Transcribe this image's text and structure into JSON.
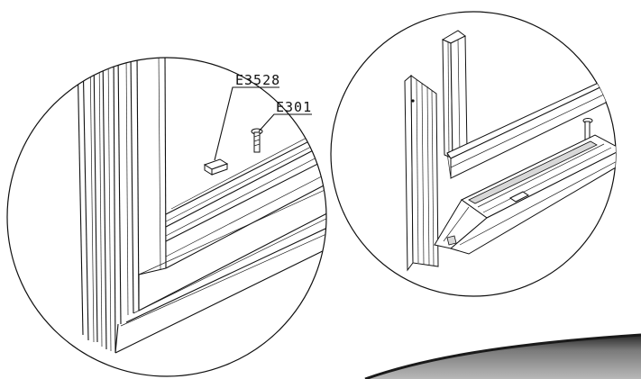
{
  "callouts": [
    {
      "id": "spacer",
      "text": "E3528"
    },
    {
      "id": "screw",
      "text": "E301"
    }
  ]
}
